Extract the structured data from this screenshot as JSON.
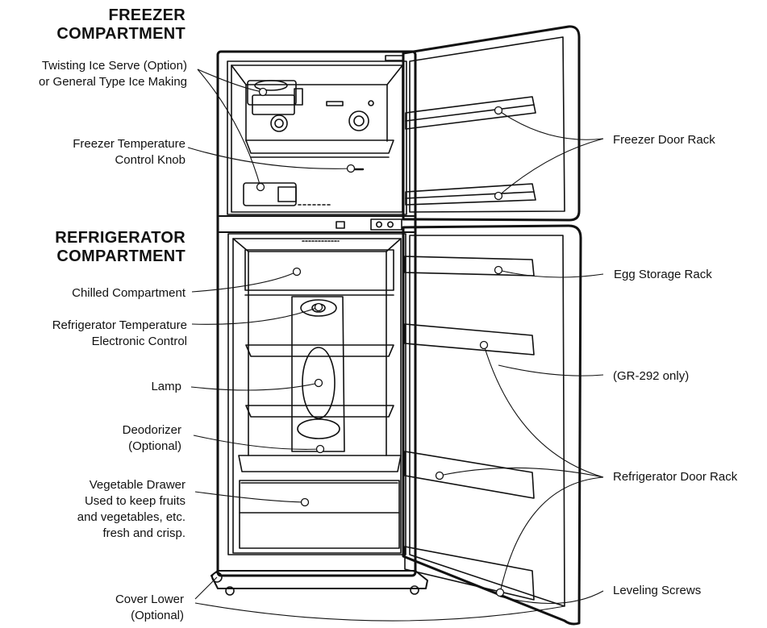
{
  "sections": {
    "freezer": [
      "FREEZER",
      "COMPARTMENT"
    ],
    "refrigerator": [
      "REFRIGERATOR",
      "COMPARTMENT"
    ]
  },
  "labels_left": {
    "ice": [
      "Twisting Ice Serve (Option)",
      "or General Type Ice Making"
    ],
    "freezer_knob": [
      "Freezer Temperature",
      "Control Knob"
    ],
    "chilled": [
      "Chilled Compartment"
    ],
    "fridge_control": [
      "Refrigerator Temperature",
      "Electronic Control"
    ],
    "lamp": [
      "Lamp"
    ],
    "deodorizer": [
      "Deodorizer",
      "(Optional)"
    ],
    "vegetable": [
      "Vegetable Drawer",
      "Used to keep fruits",
      "and vegetables, etc.",
      "fresh and crisp."
    ],
    "cover_lower": [
      "Cover Lower",
      "(Optional)"
    ]
  },
  "labels_right": {
    "freezer_door_rack": "Freezer Door Rack",
    "egg_rack": "Egg Storage Rack",
    "gr292": "(GR-292 only)",
    "fridge_door_rack": "Refrigerator Door Rack",
    "leveling": "Leveling Screws"
  }
}
